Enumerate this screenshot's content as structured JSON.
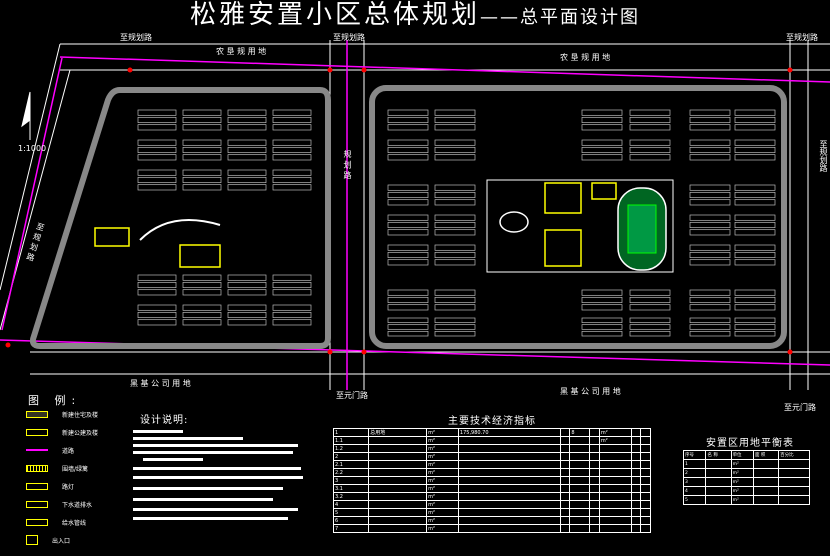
{
  "title": {
    "main": "松雅安置小区总体规划",
    "sub": "——总平面设计图"
  },
  "scale": "1:1000",
  "map_labels": {
    "top_left": "至规划路",
    "top_mid": "至规划路",
    "top_right": "至规划路",
    "north_left": "农 垦 规 用 地",
    "north_right": "农 垦 规 用 地",
    "south_left": "黑 基 公 司 用 地",
    "south_right": "黑 基 公 司 用 地",
    "bottom_mid": "至元门路",
    "bottom_right": "至元门路",
    "east": "至规划路",
    "west_road": "至 规 划 路",
    "central_road": "规 划 路"
  },
  "legend": {
    "title": "图 例:",
    "items": [
      {
        "label": "新建住宅及楼",
        "color": "#ffff00"
      },
      {
        "label": "新建公建及楼",
        "color": "#ffff00"
      },
      {
        "label": "道路",
        "color": "#ff00ff"
      },
      {
        "label": "围墙/绿篱",
        "color": "#ffff00"
      },
      {
        "label": "路灯",
        "color": "#ffff00"
      },
      {
        "label": "下水道排水",
        "color": "#ffff00"
      },
      {
        "label": "给水管线",
        "color": "#ffff00"
      },
      {
        "label": "出入口",
        "color": "#ffff00"
      }
    ]
  },
  "notes": {
    "title": "设计说明:"
  },
  "tech_table": {
    "title": "主要技术经济指标",
    "rows": [
      [
        "1",
        "总用地",
        "m²",
        "175,980.70",
        "",
        "8",
        "",
        "m²",
        "",
        ""
      ],
      [
        "1.1",
        "",
        "m²",
        "",
        "",
        "",
        "",
        "m²",
        "",
        ""
      ],
      [
        "1.2",
        "",
        "m²",
        "",
        "",
        "",
        "",
        "",
        "",
        ""
      ],
      [
        "2",
        "",
        "m²",
        "",
        "",
        "",
        "",
        "",
        "",
        ""
      ],
      [
        "2.1",
        "",
        "m²",
        "",
        "",
        "",
        "",
        "",
        "",
        ""
      ],
      [
        "2.2",
        "",
        "m²",
        "",
        "",
        "",
        "",
        "",
        "",
        ""
      ],
      [
        "3",
        "",
        "m²",
        "",
        "",
        "",
        "",
        "",
        "",
        ""
      ],
      [
        "3.1",
        "",
        "m²",
        "",
        "",
        "",
        "",
        "",
        "",
        ""
      ],
      [
        "3.2",
        "",
        "m²",
        "",
        "",
        "",
        "",
        "",
        "",
        ""
      ],
      [
        "4",
        "",
        "m²",
        "",
        "",
        "",
        "",
        "",
        "",
        ""
      ],
      [
        "5",
        "",
        "m²",
        "",
        "",
        "",
        "",
        "",
        "",
        ""
      ],
      [
        "6",
        "",
        "m²",
        "",
        "",
        "",
        "",
        "",
        "",
        ""
      ],
      [
        "7",
        "",
        "m²",
        "",
        "",
        "",
        "",
        "",
        "",
        ""
      ]
    ]
  },
  "balance_table": {
    "title": "安置区用地平衡表",
    "rows": [
      [
        "序号",
        "名 称",
        "单位",
        "面 积",
        "百分比"
      ],
      [
        "1",
        "",
        "m²",
        "",
        ""
      ],
      [
        "2",
        "",
        "m²",
        "",
        ""
      ],
      [
        "3",
        "",
        "m²",
        "",
        ""
      ],
      [
        "4",
        "",
        "m²",
        "",
        ""
      ],
      [
        "5",
        "",
        "m²",
        "",
        ""
      ]
    ]
  }
}
